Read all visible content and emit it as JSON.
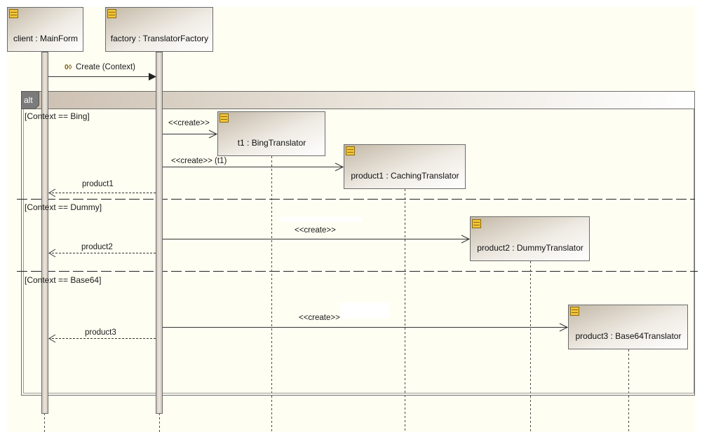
{
  "fragment": {
    "operator": "alt"
  },
  "guards": {
    "bing": "[Context == Bing]",
    "dummy": "[Context == Dummy]",
    "base64": "[Context == Base64]"
  },
  "lifelines": {
    "client": {
      "label": "client : MainForm"
    },
    "factory": {
      "label": "factory : TranslatorFactory"
    },
    "t1": {
      "label": "t1 : BingTranslator"
    },
    "product1": {
      "label": "product1 : CachingTranslator"
    },
    "product2": {
      "label": "product2 : DummyTranslator"
    },
    "product3": {
      "label": "product3 : Base64Translator"
    }
  },
  "messages": {
    "create_call": {
      "seq": "0◊",
      "text": "Create (Context)"
    },
    "create_t1": {
      "text": "<<create>>"
    },
    "create_p1": {
      "text": "<<create>> (t1)"
    },
    "return_p1": {
      "text": "product1"
    },
    "create_p2": {
      "text": "<<create>>"
    },
    "return_p2": {
      "text": "product2"
    },
    "create_p3": {
      "text": "<<create>>"
    },
    "return_p3": {
      "text": "product3"
    }
  },
  "colors": {
    "canvas": "#fffef2",
    "frame": "#6e6e6e",
    "object_gradient_start": "#c9bfaf",
    "object_gradient_end": "#ffffff",
    "icon": "#f2c437"
  }
}
